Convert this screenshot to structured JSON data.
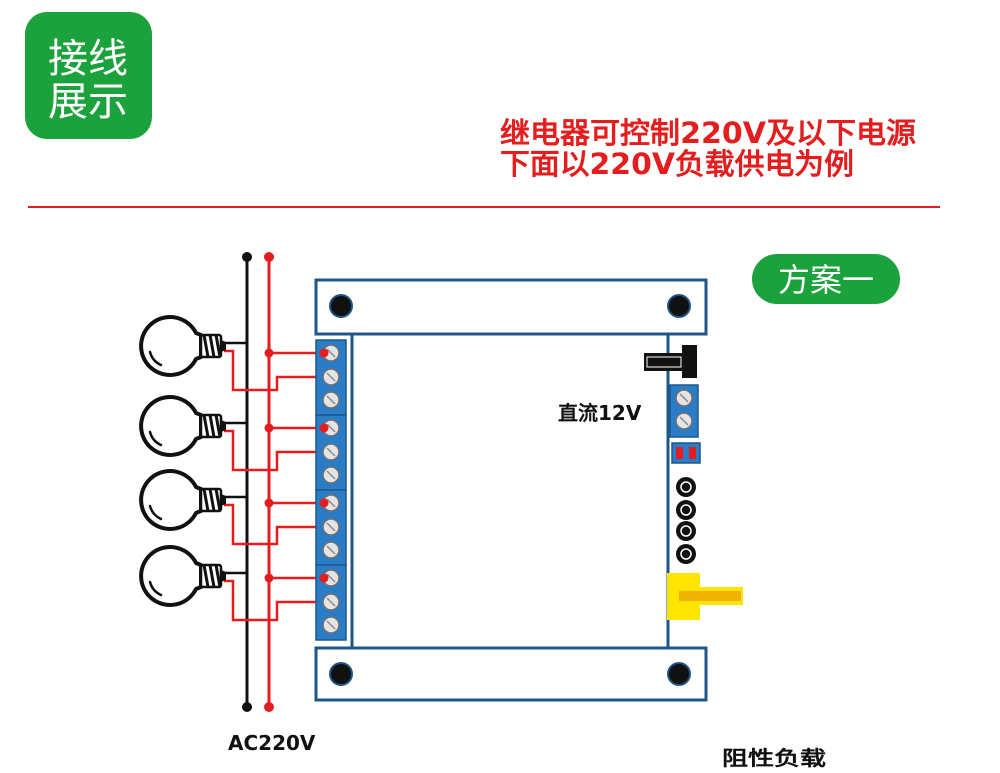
{
  "badge": {
    "line1": "接线",
    "line2": "展示"
  },
  "notes": [
    "继电器可控制220V及以下电源",
    "下面以220V负载供电为例"
  ],
  "scheme": {
    "label": "方案一"
  },
  "labels": {
    "dc_input": "直流12V",
    "ac_supply": "AC220V",
    "load_type": "阻性负载"
  },
  "icons": {
    "load": "light-bulb-icon",
    "power_input": "dc-power-jack-icon",
    "status": "led-indicator-icon",
    "buttons": "button-icon",
    "antenna": "antenna-icon",
    "terminal": "screw-terminal-icon"
  },
  "colors": {
    "badge_green": "#1ba23c",
    "accent_red": "#e41e1e",
    "wire_black": "#111111",
    "terminal_blue": "#2b7cc6",
    "board_border": "#1f5688",
    "antenna_yellow": "#ffe500",
    "antenna_core": "#f0b400"
  }
}
